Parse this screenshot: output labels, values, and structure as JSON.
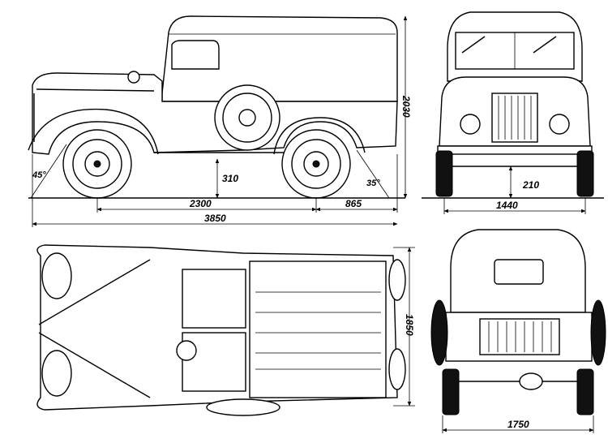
{
  "dimensions": {
    "wheelbase": "2300",
    "rear_overhang": "865",
    "overall_length": "3850",
    "ground_clearance": "310",
    "overall_height": "2030",
    "approach_angle": "45°",
    "departure_angle": "35°",
    "track": "1440",
    "axle_clearance": "210",
    "overall_width_top": "1850",
    "overall_width_rear": "1750"
  },
  "colors": {
    "ink": "#000000",
    "paper": "#ffffff"
  }
}
